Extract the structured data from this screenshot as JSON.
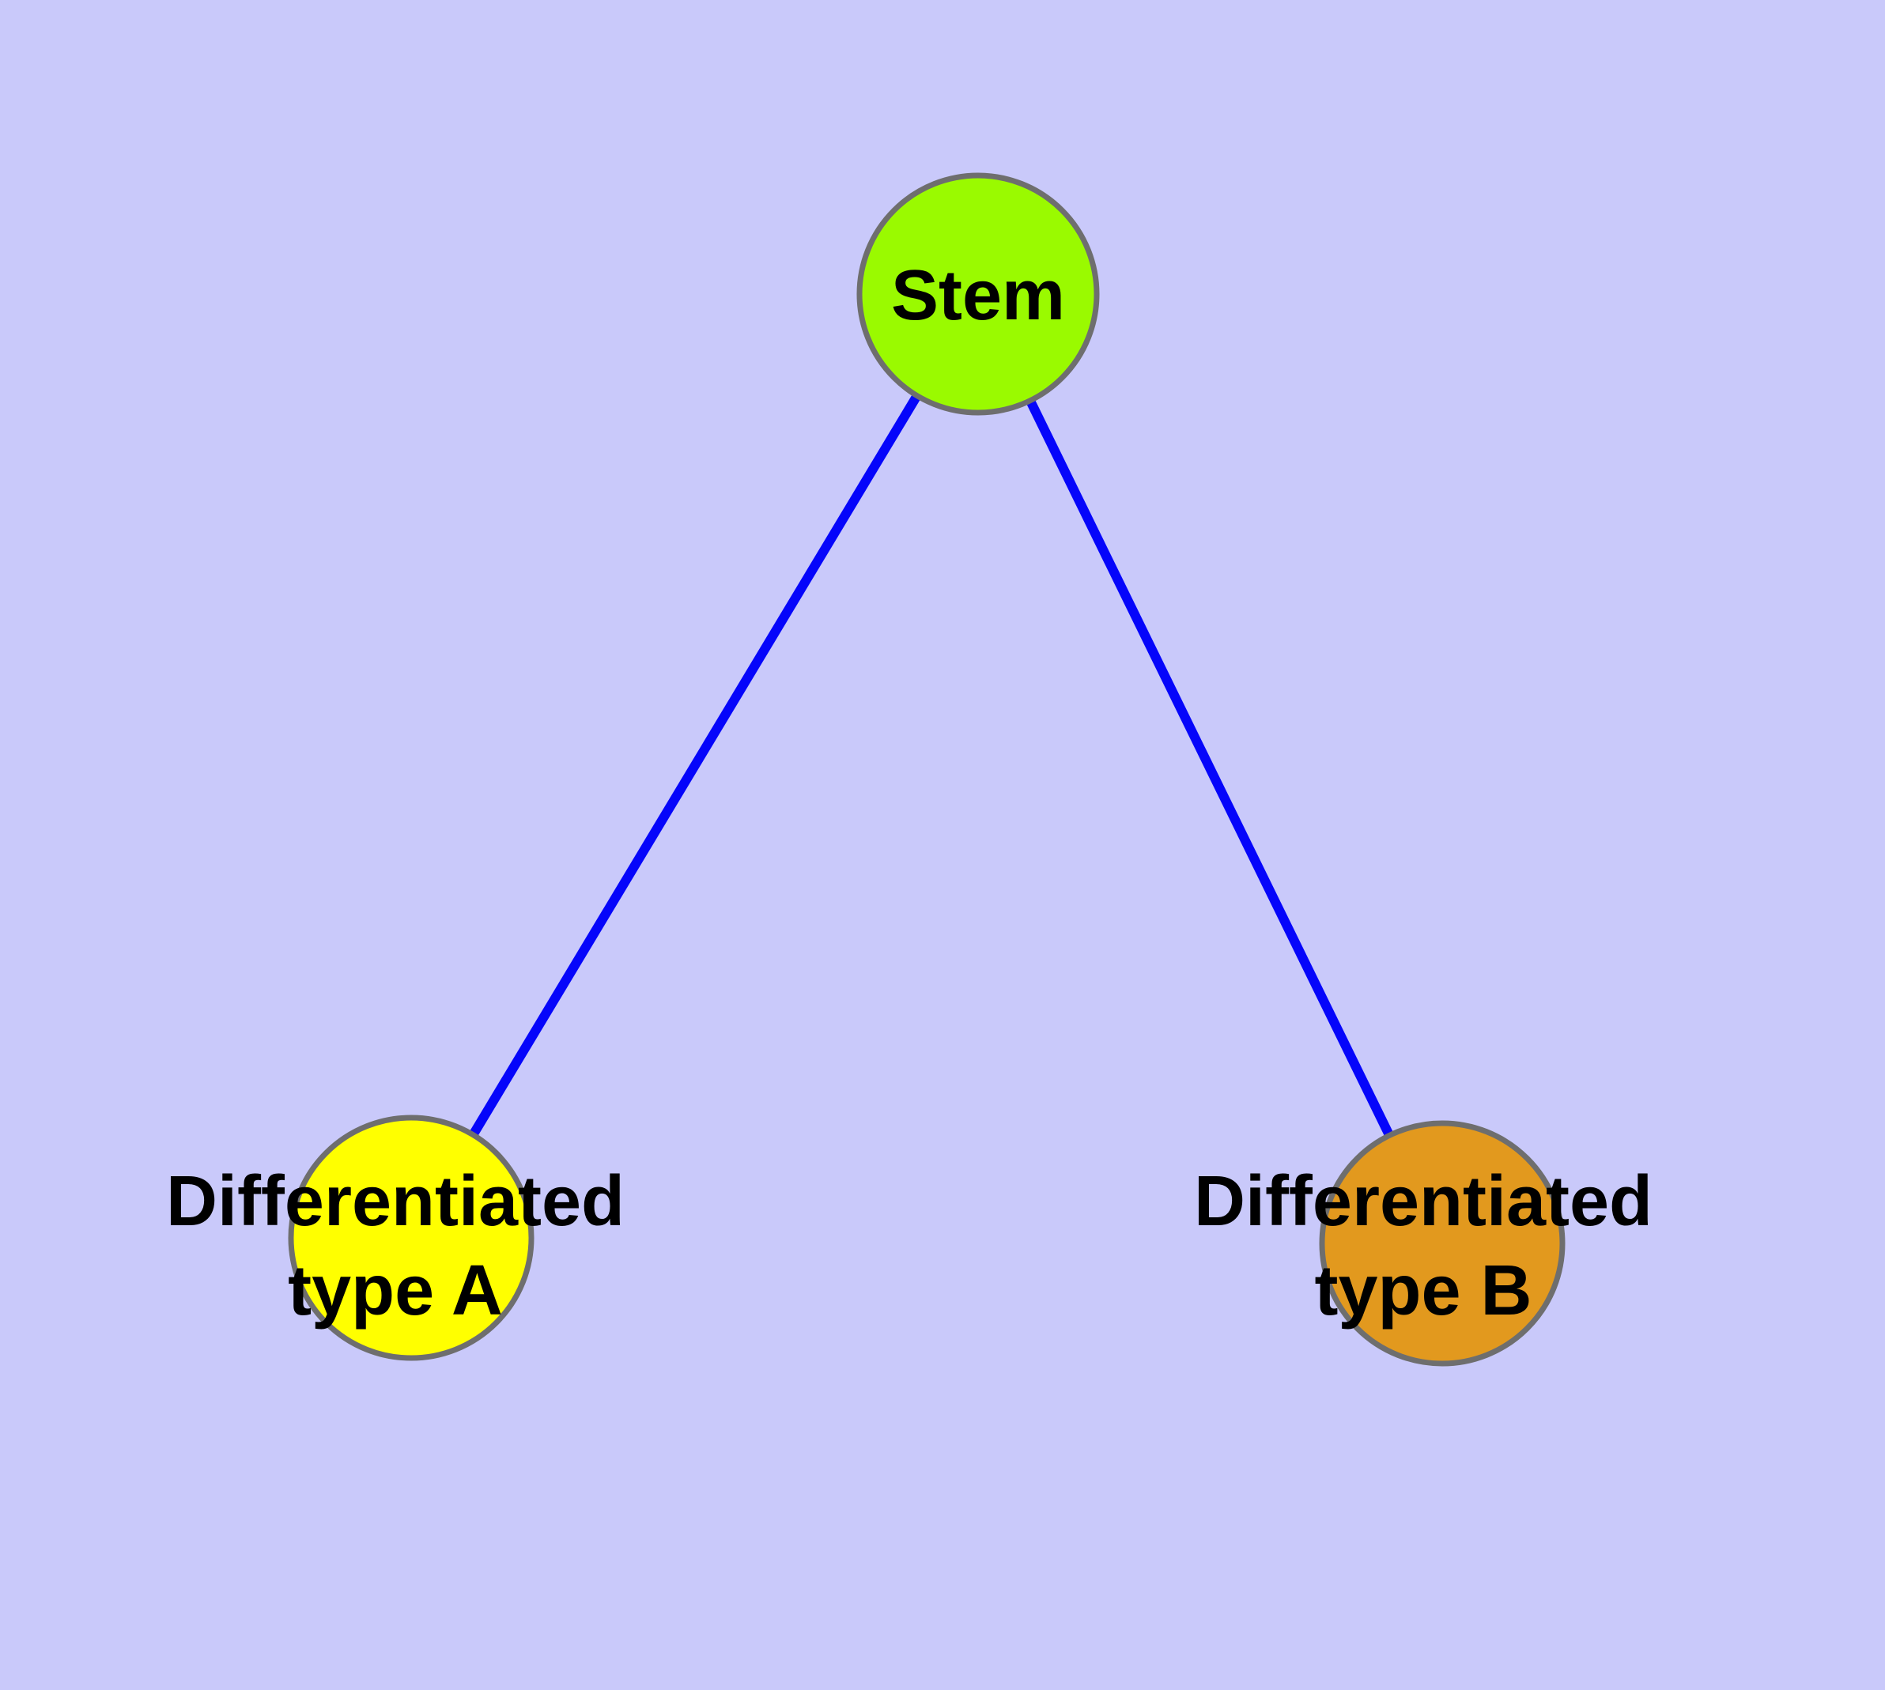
{
  "diagram": {
    "type": "graph",
    "description": "Cell differentiation graph: one stem node with two differentiated child nodes",
    "colors": {
      "background": "#C9C9FA",
      "edge": "#0505FA",
      "node_border": "#6E6E6E",
      "label_text": "#000000",
      "stem_fill": "#9AFA00",
      "type_a_fill": "#FFFF00",
      "type_b_fill": "#E2991E"
    },
    "nodes": [
      {
        "id": "stem",
        "label": "Stem",
        "fill": "#9AFA00"
      },
      {
        "id": "differentiated-type-a",
        "label": "Differentiated type A",
        "label_line1": "Differentiated",
        "label_line2": "type A",
        "fill": "#FFFF00"
      },
      {
        "id": "differentiated-type-b",
        "label": "Differentiated type B",
        "label_line1": "Differentiated",
        "label_line2": "type B",
        "fill": "#E2991E"
      }
    ],
    "edges": [
      {
        "from": "Stem",
        "to": "Differentiated type A"
      },
      {
        "from": "Stem",
        "to": "Differentiated type B"
      }
    ]
  }
}
